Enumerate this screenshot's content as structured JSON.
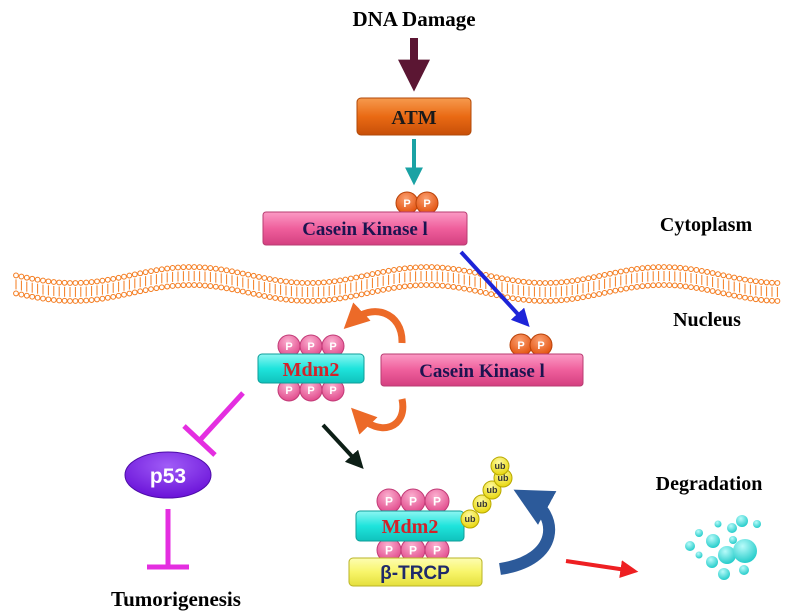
{
  "title": "DNA Damage",
  "compartments": {
    "cytoplasm": "Cytoplasm",
    "nucleus": "Nucleus"
  },
  "nodes": {
    "atm": "ATM",
    "ck1_top": "Casein Kinase l",
    "ck1_nuc": "Casein Kinase l",
    "mdm2_left": "Mdm2",
    "mdm2_complex": "Mdm2",
    "btrcp": "β-TRCP",
    "p53": "p53",
    "tumorigenesis": "Tumorigenesis",
    "degradation": "Degradation"
  },
  "marks": {
    "phospho": "P",
    "ubiquitin": "ub"
  },
  "colors": {
    "atm_fill": "#ea6a14",
    "ck1_fill": "#ef5f9c",
    "mdm2_fill": "#1ee4dc",
    "btrcp_fill": "#f8f56a",
    "p53_fill": "#7b22e8",
    "phospho_pink": "#ee5f9e",
    "phospho_orange": "#ec5a13",
    "ub_yellow": "#f7e81c",
    "membrane": "#f47b1e",
    "arrow_dna": "#5b1633",
    "arrow_atm": "#1aa2a4",
    "arrow_ck1": "#1d24d8",
    "inhibit": "#e42ee0",
    "arrow_complex": "#0d1f16",
    "arrow_degrade": "#ee1f22",
    "curve_orange": "#ec6a28",
    "curve_blue": "#2c5a9a",
    "fragments": "#2ad6d3"
  }
}
